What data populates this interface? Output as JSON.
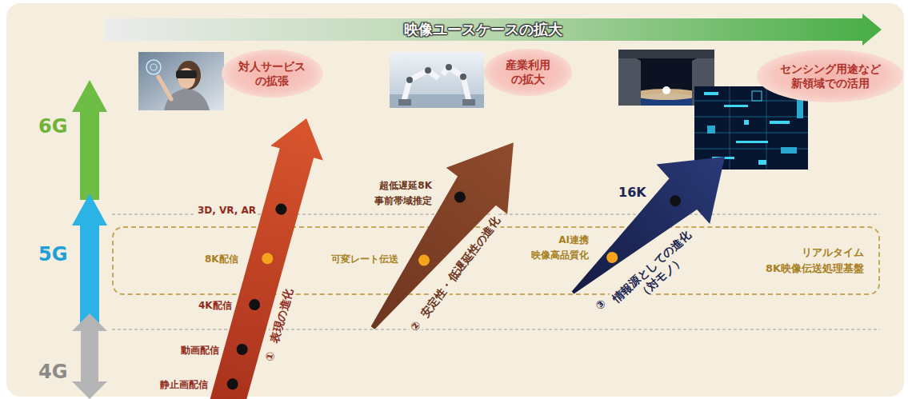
{
  "diagram": {
    "title": "映像ユースケースの拡大",
    "nodes": [
      {
        "text": [
          "対人サービス の拡張"
        ]
      },
      {
        "text": [
          "産業利用 の拡大"
        ]
      },
      {
        "text": [
          "センシング用途など 新領域での活用"
        ]
      },
      {
        "text": [
          "リアルタイム 8K映像伝送処理基盤"
        ]
      },
      {
        "text": [
          "①",
          "表現の進化"
        ]
      },
      {
        "text": [
          "②",
          "安定性・低遅延性の進化"
        ]
      },
      {
        "text": [
          "③",
          "情報源としての進化 （対モノ）"
        ]
      }
    ],
    "labels": [
      "6G",
      "5G",
      "4G",
      "静止画配信",
      "動画配信",
      "4K配信",
      "8K配信",
      "3D, VR, AR",
      "可変レート伝送",
      "超低遅延8K 事前帯域推定",
      "AI連携 映像高品質化",
      "16K"
    ]
  }
}
